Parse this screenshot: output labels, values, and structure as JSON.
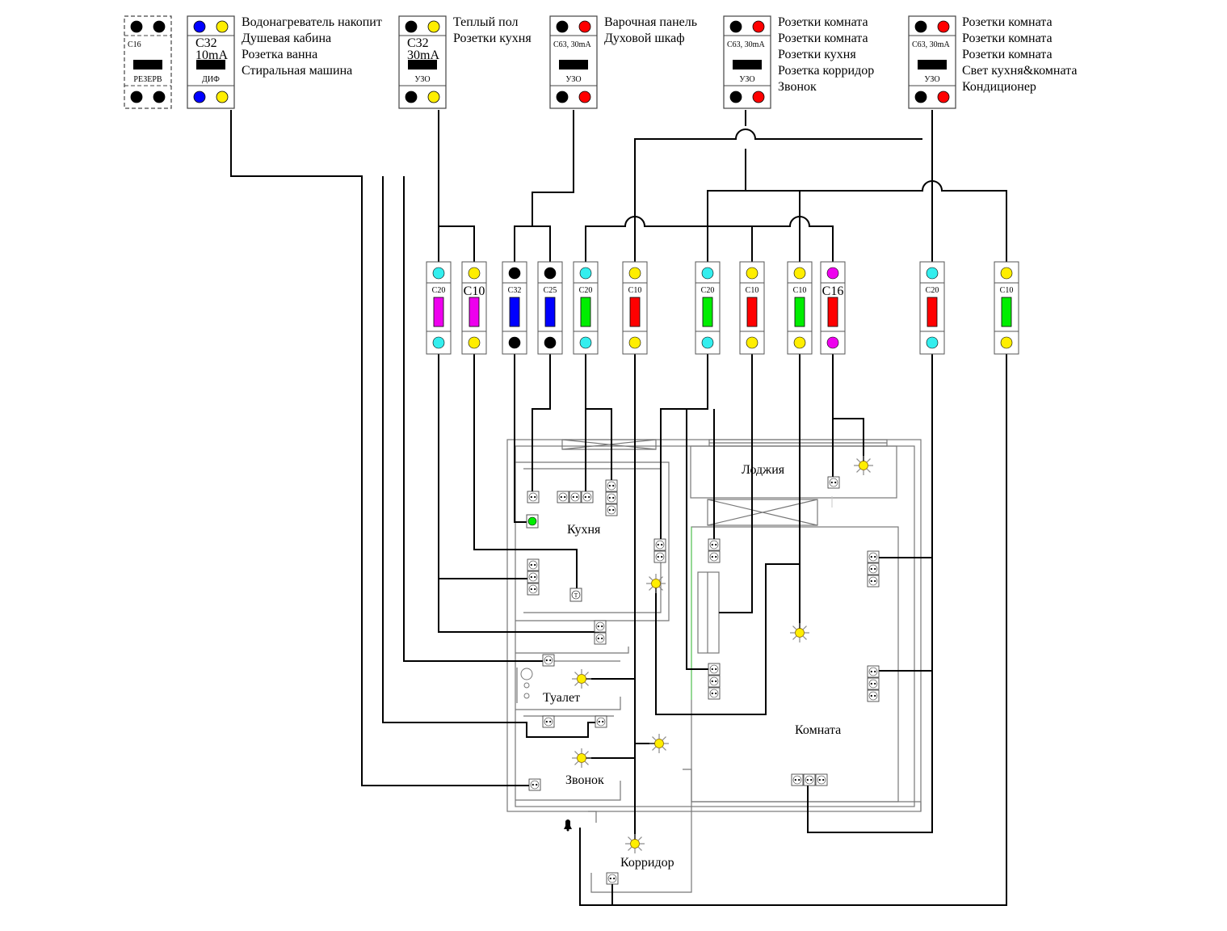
{
  "colors": {
    "black": "#000000",
    "yellow": "#ffee00",
    "blue": "#0000ff",
    "red": "#ff0000",
    "cyan": "#33eeee",
    "magenta": "#ee00ee",
    "green": "#00ee00",
    "navy": "#0000dd"
  },
  "main_breakers": [
    {
      "id": "b1",
      "rating": "C16",
      "subrating": "",
      "type": "РЕЗЕРВ",
      "top_dots": [
        "black",
        "black"
      ],
      "bottom_dots": [
        "black",
        "black"
      ],
      "reserve": true,
      "labels": []
    },
    {
      "id": "b2",
      "rating": "C32",
      "subrating": "10mA",
      "type": "ДИФ",
      "top_dots": [
        "blue",
        "yellow"
      ],
      "bottom_dots": [
        "blue",
        "yellow"
      ],
      "labels": [
        "Водонагреватель накопит",
        "Душевая кабина",
        "Розетка ванна",
        "Стиральная машина"
      ]
    },
    {
      "id": "b3",
      "rating": "C32",
      "subrating": "30mA",
      "type": "УЗО",
      "top_dots": [
        "black",
        "yellow"
      ],
      "bottom_dots": [
        "black",
        "yellow"
      ],
      "labels": [
        "Теплый пол",
        "Розетки кухня"
      ]
    },
    {
      "id": "b4",
      "rating": "C63, 30mA",
      "subrating": "",
      "type": "УЗО",
      "top_dots": [
        "black",
        "red"
      ],
      "bottom_dots": [
        "black",
        "red"
      ],
      "labels": [
        "Варочная панель",
        "Духовой шкаф"
      ]
    },
    {
      "id": "b5",
      "rating": "C63, 30mA",
      "subrating": "",
      "type": "УЗО",
      "top_dots": [
        "black",
        "red"
      ],
      "bottom_dots": [
        "black",
        "red"
      ],
      "labels": [
        "Розетки комната",
        "Розетки комната",
        "Розетки кухня",
        "Розетка корридор",
        "Звонок"
      ]
    },
    {
      "id": "b6",
      "rating": "C63, 30mA",
      "subrating": "",
      "type": "УЗО",
      "top_dots": [
        "black",
        "red"
      ],
      "bottom_dots": [
        "black",
        "red"
      ],
      "labels": [
        "Розетки комната",
        "Розетки комната",
        "Розетки комната",
        "Свет кухня&комната",
        "Кондиционер"
      ]
    }
  ],
  "automats": [
    {
      "rating": "C20",
      "dot": "cyan",
      "bar": "magenta",
      "large": false
    },
    {
      "rating": "C10",
      "dot": "yellow",
      "bar": "magenta",
      "large": true
    },
    {
      "rating": "C32",
      "dot": "black",
      "bar": "blue",
      "large": false
    },
    {
      "rating": "C25",
      "dot": "black",
      "bar": "blue",
      "large": false
    },
    {
      "rating": "C20",
      "dot": "cyan",
      "bar": "green",
      "large": false
    },
    {
      "rating": "C10",
      "dot": "yellow",
      "bar": "red",
      "large": false
    },
    {
      "rating": "C20",
      "dot": "cyan",
      "bar": "green",
      "large": false
    },
    {
      "rating": "C10",
      "dot": "yellow",
      "bar": "red",
      "large": false
    },
    {
      "rating": "C10",
      "dot": "yellow",
      "bar": "green",
      "large": false
    },
    {
      "rating": "C16",
      "dot": "magenta",
      "bar": "red",
      "large": true
    },
    {
      "rating": "C20",
      "dot": "cyan",
      "bar": "red",
      "large": false
    },
    {
      "rating": "C10",
      "dot": "yellow",
      "bar": "green",
      "large": false
    }
  ],
  "rooms": {
    "kitchen": "Кухня",
    "loggia": "Лоджия",
    "toilet": "Туалет",
    "bell": "Звонок",
    "room": "Комната",
    "corridor": "Корридор"
  },
  "thermostat_symbol": "T"
}
